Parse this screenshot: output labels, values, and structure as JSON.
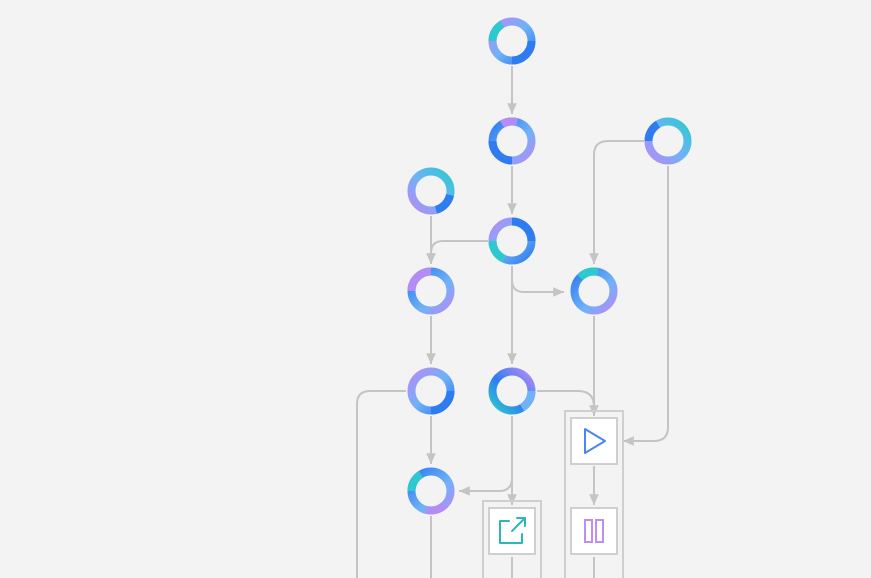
{
  "colors": {
    "background": "#f3f3f3",
    "edge": "#c4c4c4",
    "box_border": "#cfcfcf",
    "ring_purple": "#b48cf5",
    "ring_blue": "#2f7cf0",
    "ring_light_blue": "#6fb2f7",
    "ring_teal": "#2ec9cf",
    "play_icon": "#4d84f5",
    "export_icon": "#2bb8b6",
    "pause_icon": "#c08ef2"
  },
  "diagram": {
    "nodes": [
      {
        "id": "n1",
        "kind": "ring",
        "variant": "a"
      },
      {
        "id": "n2",
        "kind": "ring",
        "variant": "b"
      },
      {
        "id": "n3",
        "kind": "ring",
        "variant": "c"
      },
      {
        "id": "n4",
        "kind": "ring",
        "variant": "d"
      },
      {
        "id": "n5",
        "kind": "ring",
        "variant": "e"
      },
      {
        "id": "n6",
        "kind": "ring",
        "variant": "f"
      },
      {
        "id": "n7",
        "kind": "ring",
        "variant": "g"
      },
      {
        "id": "n8",
        "kind": "ring",
        "variant": "h"
      },
      {
        "id": "n9",
        "kind": "ring",
        "variant": "i"
      },
      {
        "id": "n10",
        "kind": "ring",
        "variant": "j"
      },
      {
        "id": "play",
        "kind": "box",
        "icon": "play-icon"
      },
      {
        "id": "export",
        "kind": "box",
        "icon": "external-link-icon"
      },
      {
        "id": "pause",
        "kind": "box",
        "icon": "pause-icon"
      }
    ],
    "edges": [
      {
        "from": "n1",
        "to": "n2"
      },
      {
        "from": "n2",
        "to": "n3"
      },
      {
        "from": "n3",
        "to": "n4"
      },
      {
        "from": "n3",
        "to": "n5"
      },
      {
        "from": "n3",
        "to": "n6"
      },
      {
        "from": "n7",
        "to": "n4"
      },
      {
        "from": "n4",
        "to": "n8"
      },
      {
        "from": "n8",
        "to": "n9"
      },
      {
        "from": "n6",
        "to": "n9"
      },
      {
        "from": "n6",
        "to": "export"
      },
      {
        "from": "n6",
        "to": "play"
      },
      {
        "from": "n10",
        "to": "n5"
      },
      {
        "from": "n10",
        "to": "play"
      },
      {
        "from": "n5",
        "to": "play"
      },
      {
        "from": "play",
        "to": "pause"
      },
      {
        "from": "n8",
        "to": "offscreen"
      },
      {
        "from": "n9",
        "to": "offscreen"
      }
    ]
  }
}
